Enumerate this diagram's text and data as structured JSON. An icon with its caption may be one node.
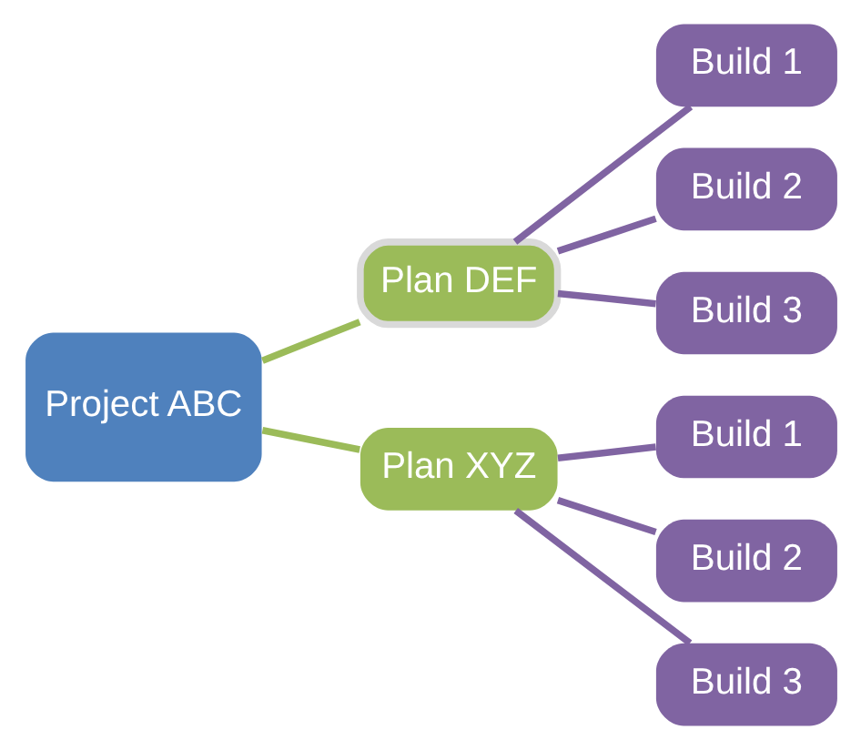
{
  "diagram": {
    "nodes": [
      {
        "text": [
          "Project ABC"
        ]
      },
      {
        "text": [
          "Plan DEF"
        ]
      },
      {
        "text": [
          "Plan XYZ"
        ]
      },
      {
        "text": [
          "Build 1"
        ]
      },
      {
        "text": [
          "Build 2"
        ]
      },
      {
        "text": [
          "Build 3"
        ]
      },
      {
        "text": [
          "Build 1"
        ]
      },
      {
        "text": [
          "Build 2"
        ]
      },
      {
        "text": [
          "Build 3"
        ]
      }
    ],
    "edges": [
      {
        "from": 0,
        "to": 1,
        "arrow": "none",
        "color": "#9bbb59"
      },
      {
        "from": 0,
        "to": 2,
        "arrow": "none",
        "color": "#9bbb59"
      },
      {
        "from": 1,
        "to": 3,
        "arrow": "none"
      },
      {
        "from": 1,
        "to": 4,
        "arrow": "none"
      },
      {
        "from": 1,
        "to": 5,
        "arrow": "none"
      },
      {
        "from": 2,
        "to": 6,
        "arrow": "none"
      },
      {
        "from": 2,
        "to": 7,
        "arrow": "none"
      },
      {
        "from": 2,
        "to": 8,
        "arrow": "none"
      }
    ]
  }
}
